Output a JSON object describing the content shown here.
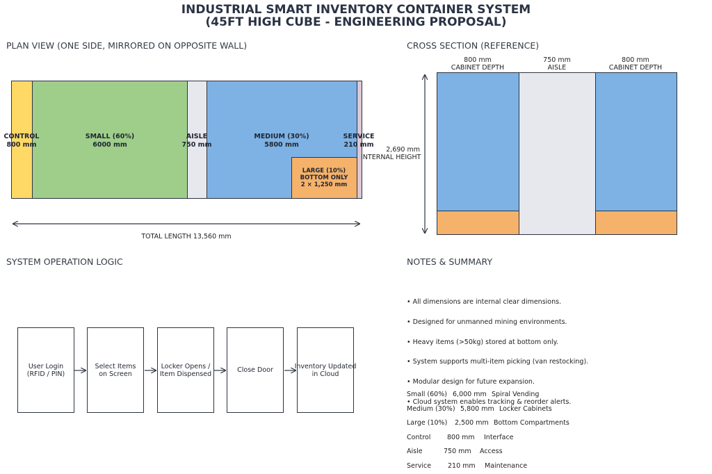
{
  "title": {
    "line1": "INDUSTRIAL SMART INVENTORY CONTAINER SYSTEM",
    "line2": "(45FT HIGH CUBE - ENGINEERING PROPOSAL)"
  },
  "plan": {
    "heading": "PLAN VIEW (ONE SIDE, MIRRORED ON OPPOSITE WALL)",
    "zones": {
      "control": {
        "name": "CONTROL",
        "size": "800 mm",
        "color": "#ffd966"
      },
      "small": {
        "name": "SMALL (60%)",
        "size": "6000 mm",
        "color": "#9fce8b"
      },
      "aisle": {
        "name": "AISLE",
        "size": "750 mm",
        "color": "#e6e8ee"
      },
      "medium": {
        "name": "MEDIUM (30%)",
        "size": "5800 mm",
        "color": "#7eb2e4"
      },
      "service": {
        "name": "SERVICE",
        "size": "210 mm",
        "color": "#dcc8d8"
      },
      "large": {
        "line1": "LARGE (10%)",
        "line2": "BOTTOM ONLY",
        "line3": "2 × 1,250 mm",
        "color": "#f5b26b"
      }
    },
    "total_length": "TOTAL LENGTH 13,560 mm"
  },
  "cross": {
    "heading": "CROSS SECTION (REFERENCE)",
    "left": {
      "size": "800 mm",
      "name": "CABINET DEPTH"
    },
    "middle": {
      "size": "750 mm",
      "name": "AISLE"
    },
    "right": {
      "size": "800 mm",
      "name": "CABINET DEPTH"
    },
    "height_value": "2,690 mm",
    "height_label": "INTERNAL HEIGHT"
  },
  "logic": {
    "heading": "SYSTEM OPERATION LOGIC",
    "steps": [
      {
        "line1": "User Login",
        "line2": "(RFID / PIN)"
      },
      {
        "line1": "Select Items",
        "line2": "on Screen"
      },
      {
        "line1": "Locker Opens /",
        "line2": "Item Dispensed"
      },
      {
        "line1": "Close Door",
        "line2": ""
      },
      {
        "line1": "Inventory Updated",
        "line2": "in Cloud"
      }
    ]
  },
  "notes": {
    "heading": "NOTES & SUMMARY",
    "bullets": [
      "• All dimensions are internal clear dimensions.",
      "• Designed for unmanned mining environments.",
      "• Heavy items (>50kg) stored at bottom only.",
      "• System supports multi-item picking (van restocking).",
      "• Modular design for future expansion.",
      "• Cloud system enables tracking & reorder alerts."
    ],
    "summary": [
      {
        "zone": "Small (60%)",
        "length": "6,000 mm",
        "type": "Spiral Vending"
      },
      {
        "zone": "Medium (30%)",
        "length": "5,800 mm",
        "type": "Locker Cabinets"
      },
      {
        "zone": "Large (10%)",
        "length": "2,500 mm",
        "type": "Bottom Compartments"
      },
      {
        "zone": "Control",
        "length": "800 mm",
        "type": "Interface"
      },
      {
        "zone": "Aisle",
        "length": "750 mm",
        "type": "Access"
      },
      {
        "zone": "Service",
        "length": "210 mm",
        "type": "Maintenance"
      }
    ]
  }
}
